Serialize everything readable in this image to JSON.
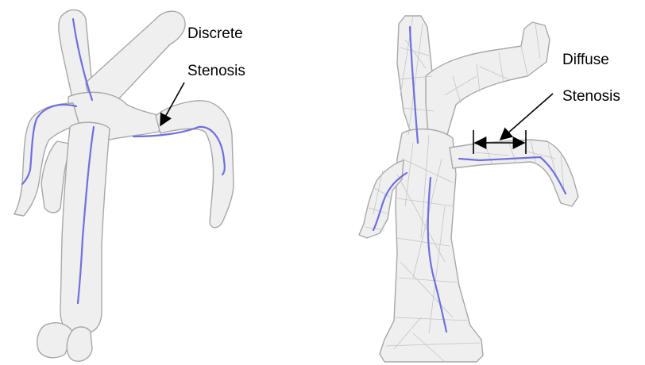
{
  "left_panel": {
    "label_line1": "Discrete",
    "label_line2": "Stenosis"
  },
  "right_panel": {
    "label_line1": "Diffuse",
    "label_line2": "Stenosis"
  },
  "colors": {
    "vessel_fill": "#efefef",
    "vessel_outline": "#a8a8a8",
    "centerline": "#6f6fe0",
    "mesh_lines": "#c4c4c4",
    "annotation": "#000000"
  }
}
